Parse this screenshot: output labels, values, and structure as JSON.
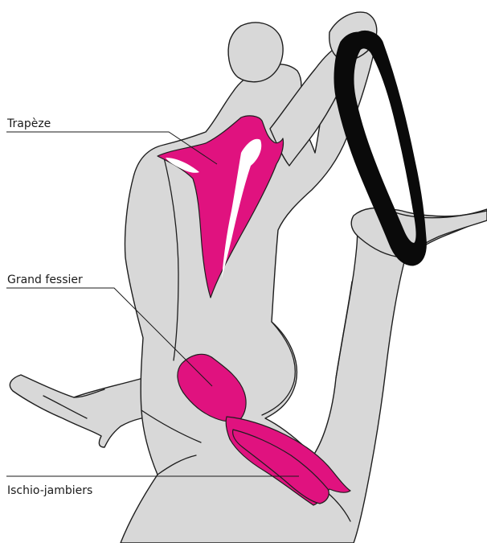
{
  "colors": {
    "muscle": "#e0127f",
    "body_fill": "#d8d8d8",
    "outline": "#1e1e1e",
    "strap": "#0a0a0a"
  },
  "labels": {
    "trapeze": "Trapèze",
    "grand_fessier": "Grand fessier",
    "ischio_jambiers": "Ischio-jambiers"
  }
}
